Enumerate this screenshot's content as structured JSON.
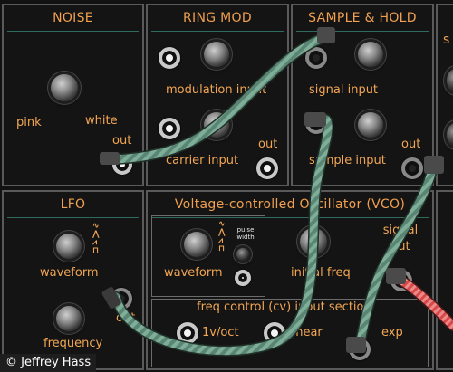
{
  "modules": {
    "noise": {
      "title": "NOISE",
      "pink_label": "pink",
      "white_label": "white",
      "out_label": "out"
    },
    "ring_mod": {
      "title": "RING MOD",
      "modulation_label": "modulation input",
      "carrier_label": "carrier input",
      "out_label": "out"
    },
    "sample_hold": {
      "title": "SAMPLE & HOLD",
      "signal_label": "signal input",
      "sample_label": "sample input",
      "out_label": "out"
    },
    "lfo": {
      "title": "LFO",
      "waveform_label": "waveform",
      "frequency_label": "frequency",
      "out_label": "out"
    },
    "vco": {
      "title": "Voltage-controlled Oscillator (VCO)",
      "waveform_label": "waveform",
      "pulse_width_label": "pulse width",
      "initial_freq_label": "initial freq",
      "signal_out_label": "signal out",
      "freq_section_label": "freq control (cv) input section",
      "v_oct_label": "1v/oct",
      "linear_label": "linear",
      "exp_label": "exp"
    },
    "partial_right": {
      "title": "s"
    }
  },
  "colors": {
    "accent": "#f2a654",
    "cable_braid": "#7fae98",
    "cable_red": "#d94848"
  },
  "copyright": "© Jeffrey Hass"
}
